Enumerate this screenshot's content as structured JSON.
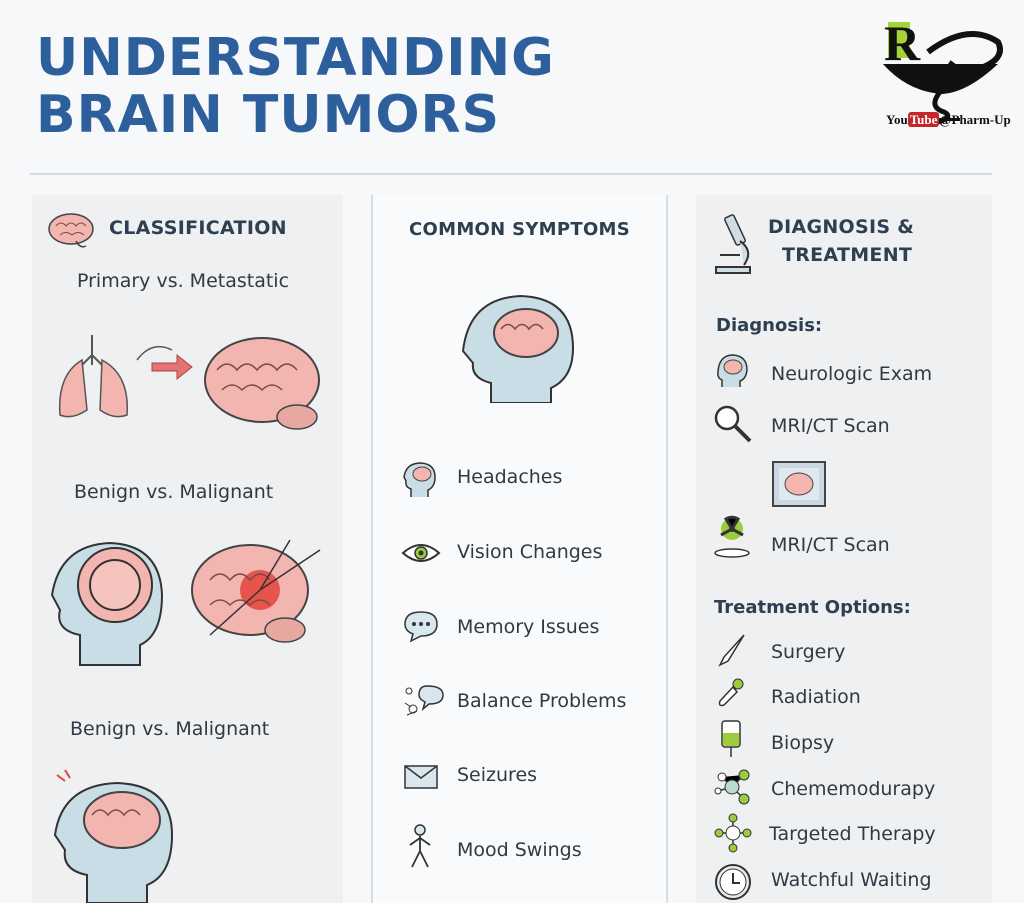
{
  "title": {
    "line1": "UNDERSTANDING",
    "line2": "BRAIN TUMORS"
  },
  "logo": {
    "text_before": "You",
    "text_badge": "Tube",
    "text_after": "@Pharm-Up",
    "mark": "Rx"
  },
  "classification": {
    "heading": "CLASSIFICATION",
    "sections": [
      "Primary vs. Metastatic",
      "Benign vs. Malignant",
      "Benign vs. Malignant"
    ]
  },
  "symptoms": {
    "heading": "COMMON SYMPTOMS",
    "items": [
      {
        "label": "Headaches",
        "icon": "head-icon"
      },
      {
        "label": "Vision Changes",
        "icon": "eye-icon"
      },
      {
        "label": "Memory Issues",
        "icon": "speech-bubble-icon"
      },
      {
        "label": "Balance Problems",
        "icon": "balance-icon"
      },
      {
        "label": "Seizures",
        "icon": "envelope-icon"
      },
      {
        "label": "Mood Swings",
        "icon": "person-icon"
      }
    ]
  },
  "diagnosis": {
    "heading_line1": "DIAGNOSIS &",
    "heading_line2": "TREATMENT",
    "diagnosis_label": "Diagnosis:",
    "diagnosis_items": [
      "Neurologic Exam",
      "MRI/CT Scan",
      "MRI/CT Scan"
    ],
    "treatment_label": "Treatment Options:",
    "treatment_items": [
      "Surgery",
      "Radiation",
      "Biopsy",
      "Chememodurapy",
      "Targeted Therapy",
      "Watchful Waiting"
    ]
  },
  "colors": {
    "title": "#2c5f9c",
    "brain": "#f2b5b0",
    "tumor": "#e5433a",
    "accent_green": "#9ccc3c"
  }
}
